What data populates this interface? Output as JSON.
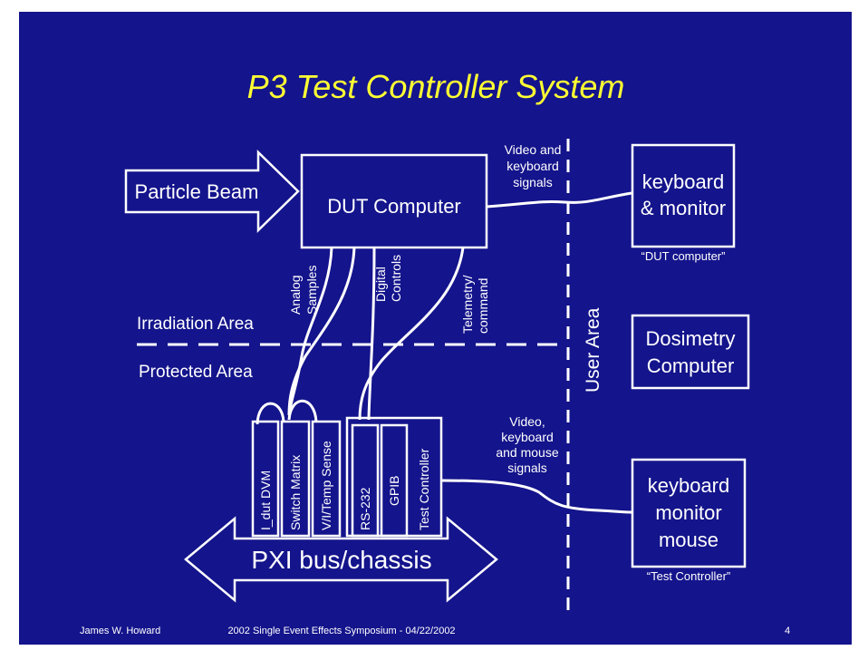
{
  "title": "P3 Test Controller System",
  "particle_beam": "Particle Beam",
  "dut_computer": "DUT Computer",
  "kbd_monitor_1": [
    "keyboard",
    "& monitor"
  ],
  "dut_computer_caption": "“DUT computer”",
  "video_kbd_signals": [
    "Video and",
    "keyboard",
    "signals"
  ],
  "analog_samples": [
    "Analog",
    "Samples"
  ],
  "digital_controls": [
    "Digital",
    "Controls"
  ],
  "telemetry_command": [
    "Telemetry/",
    "command"
  ],
  "irradiation_area": "Irradiation Area",
  "protected_area": "Protected Area",
  "user_area": "User Area",
  "dosimetry_computer": [
    "Dosimetry",
    "Computer"
  ],
  "modules": [
    "I_dut DVM",
    "Switch Matrix",
    "V/I/Temp Sense",
    "RS-232",
    "GPIB",
    "Test Controller"
  ],
  "video_kbd_mouse_signals": [
    "Video,",
    "keyboard",
    "and mouse",
    "signals"
  ],
  "kbd_monitor_mouse": [
    "keyboard",
    "monitor",
    "mouse"
  ],
  "test_controller_caption": "“Test Controller”",
  "pxi_bus": "PXI bus/chassis",
  "footer": {
    "author": "James W. Howard",
    "event": "2002 Single Event Effects Symposium - 04/22/2002",
    "page": "4"
  }
}
